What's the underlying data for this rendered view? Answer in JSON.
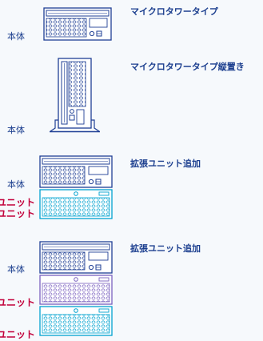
{
  "colors": {
    "background": "#f6f9fc",
    "main_unit_stroke": "#1f3f95",
    "expansion_unit_stroke": "#00a2cf",
    "expansion_unit_alt_stroke": "#7a61bf",
    "label_blue": "#1c3f8f",
    "label_red": "#c2003a"
  },
  "configurations": [
    {
      "title": "マイクロタワータイプ",
      "main_label": "本体"
    },
    {
      "title": "マイクロタワータイプ縦置き",
      "main_label": "本体"
    },
    {
      "title": "拡張ユニット追加",
      "main_label": "本体",
      "unit_labels": [
        "ユニット",
        "ユニット"
      ]
    },
    {
      "title": "拡張ユニット追加",
      "main_label": "本体",
      "unit_labels": [
        "ユニット",
        "ユニット"
      ]
    }
  ]
}
